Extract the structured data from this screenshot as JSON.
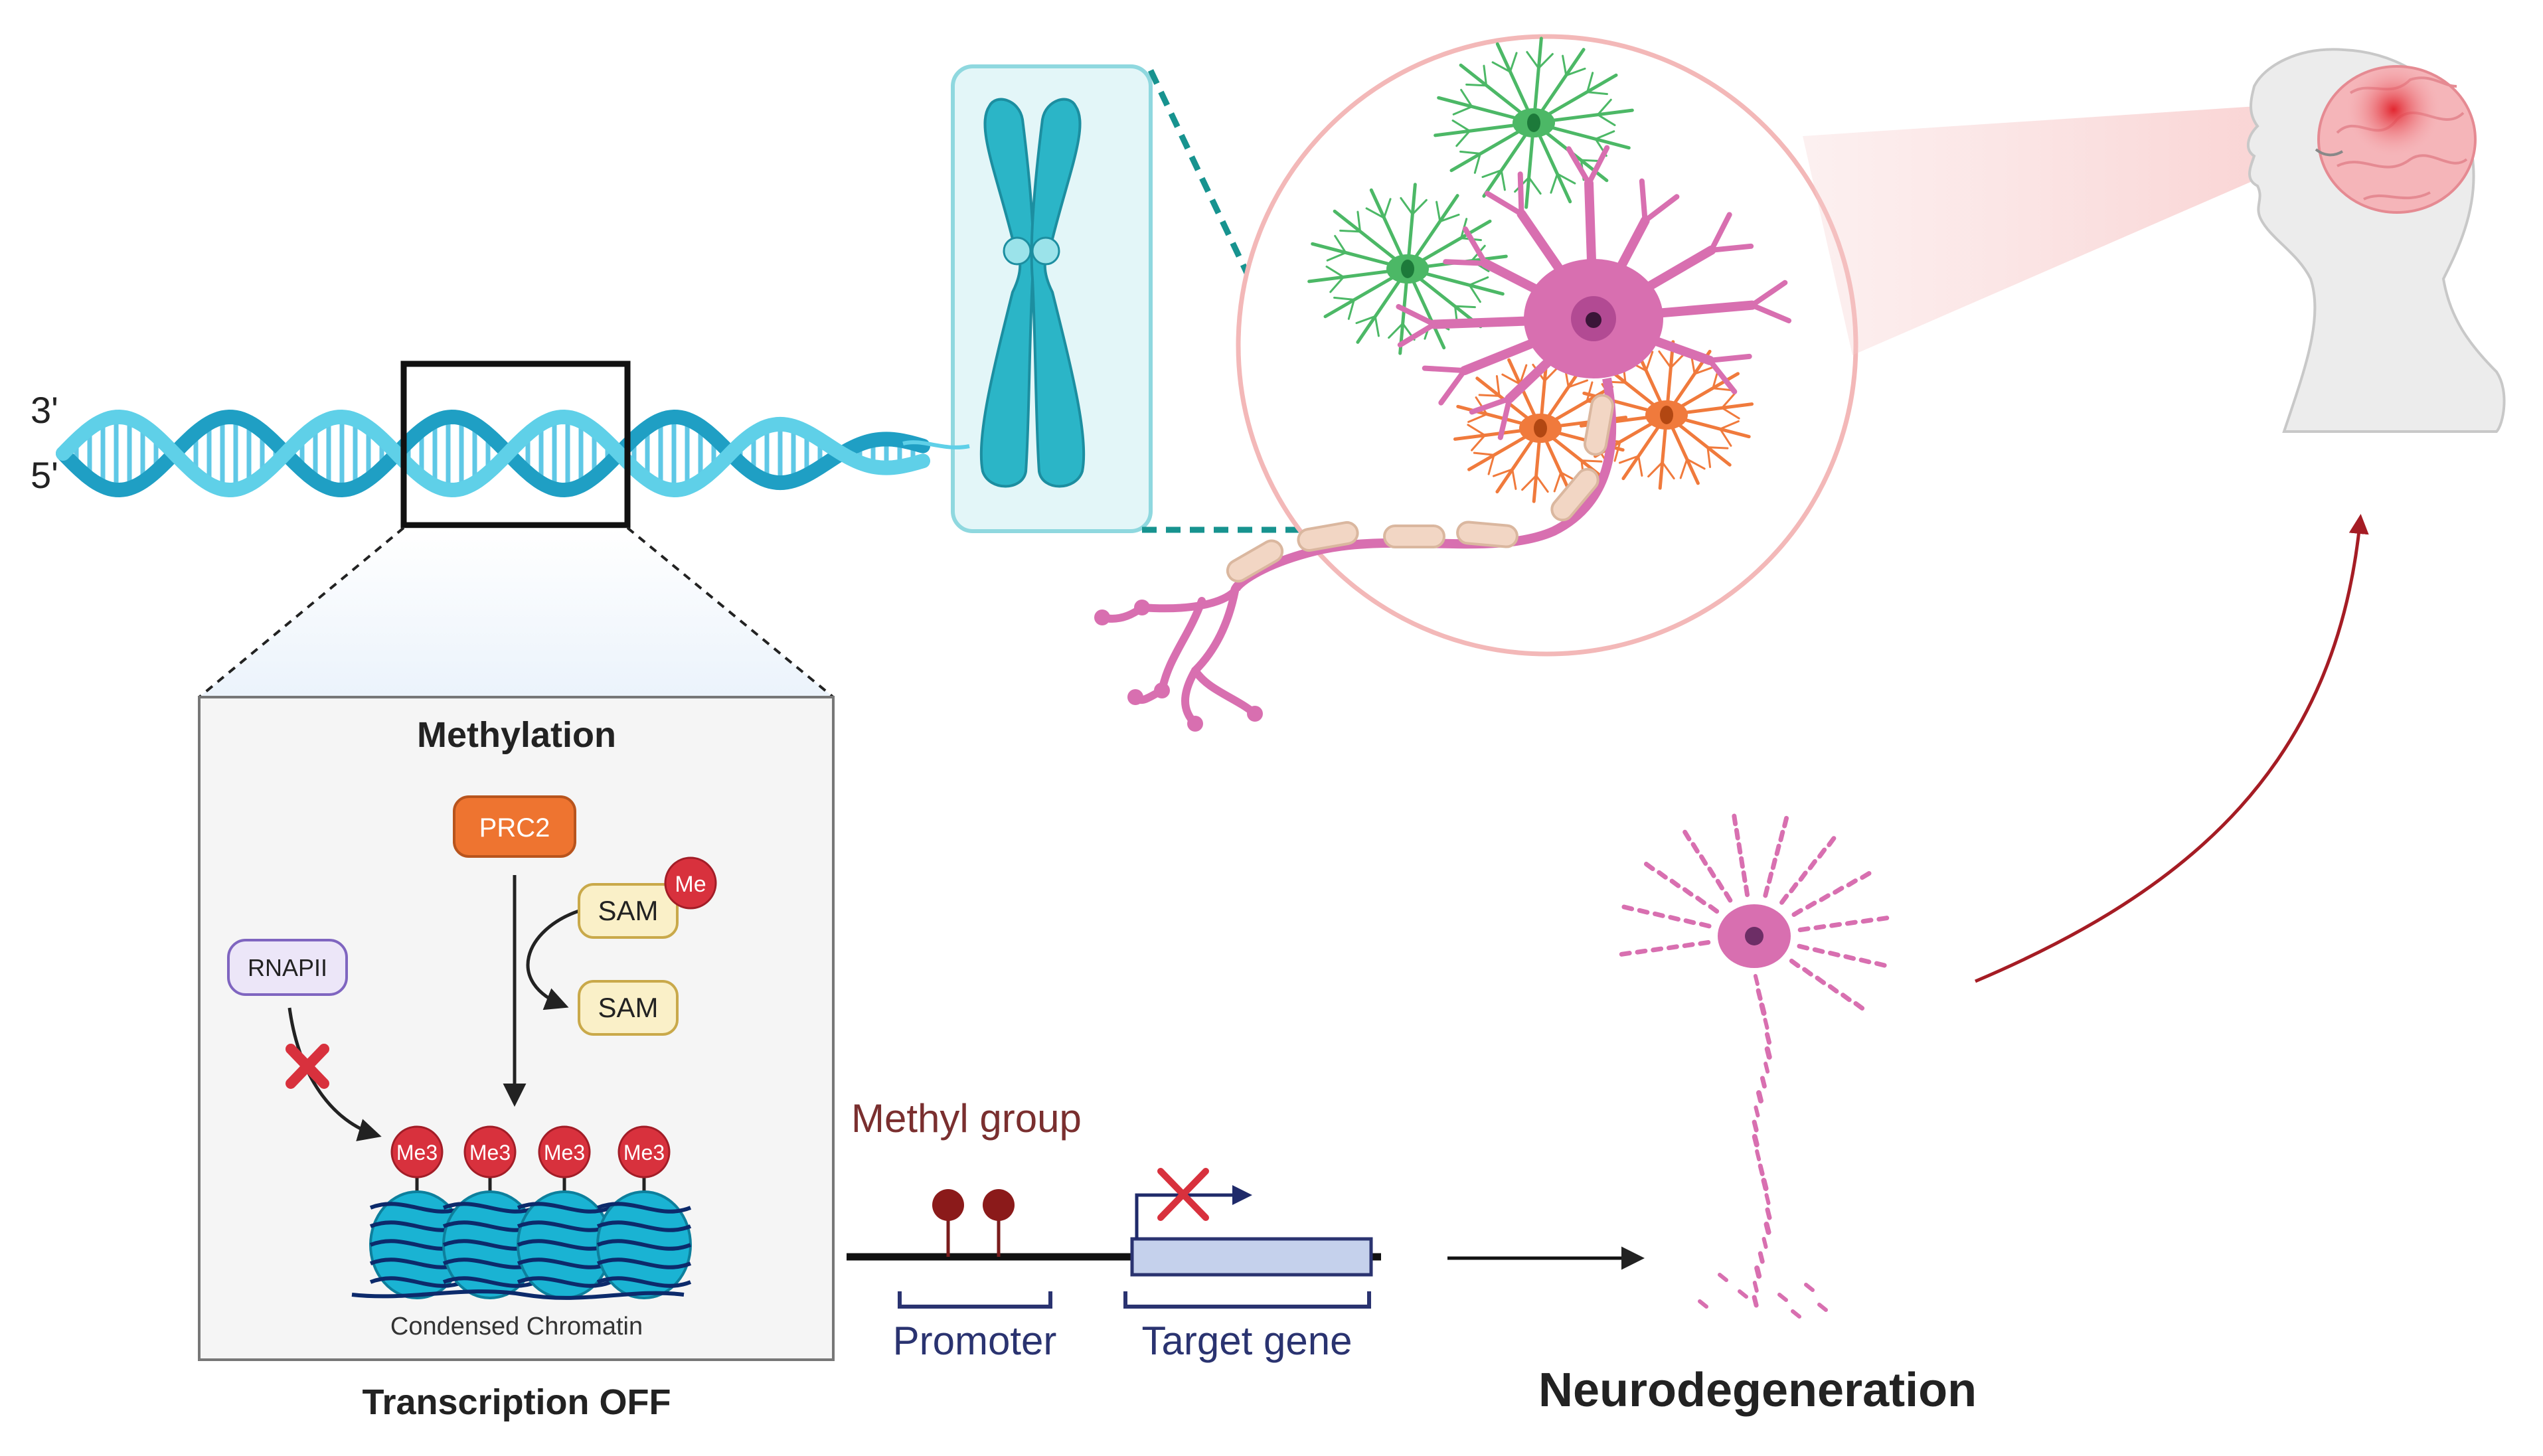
{
  "dna": {
    "strand_top": "3'",
    "strand_bottom": "5'"
  },
  "panel": {
    "title": "Methylation",
    "prc2": "PRC2",
    "sam_methylated": "SAM",
    "sam": "SAM",
    "me": "Me",
    "rnapii": "RNAPII",
    "me3": [
      "Me3",
      "Me3",
      "Me3",
      "Me3"
    ],
    "chromatin_label": "Condensed Chromatin",
    "caption": "Transcription OFF"
  },
  "gene": {
    "methyl_label": "Methyl group",
    "promoter_label": "Promoter",
    "target_label": "Target gene"
  },
  "outcome": {
    "label": "Neurodegeneration"
  },
  "colors": {
    "dna_dark": "#1fa8c9",
    "dna_light": "#5fd0e8",
    "chromosome": "#2bb5c7",
    "neuron": "#d86fb0",
    "astro_green": "#4cb866",
    "astro_orange": "#f07a3c",
    "prc2": "#ee7430",
    "me_red": "#d8313d",
    "methyl_text": "#7a2f2f",
    "gene_text": "#2a3370",
    "gene_box": "#c5d1ec",
    "arrow_red": "#a51c24"
  }
}
